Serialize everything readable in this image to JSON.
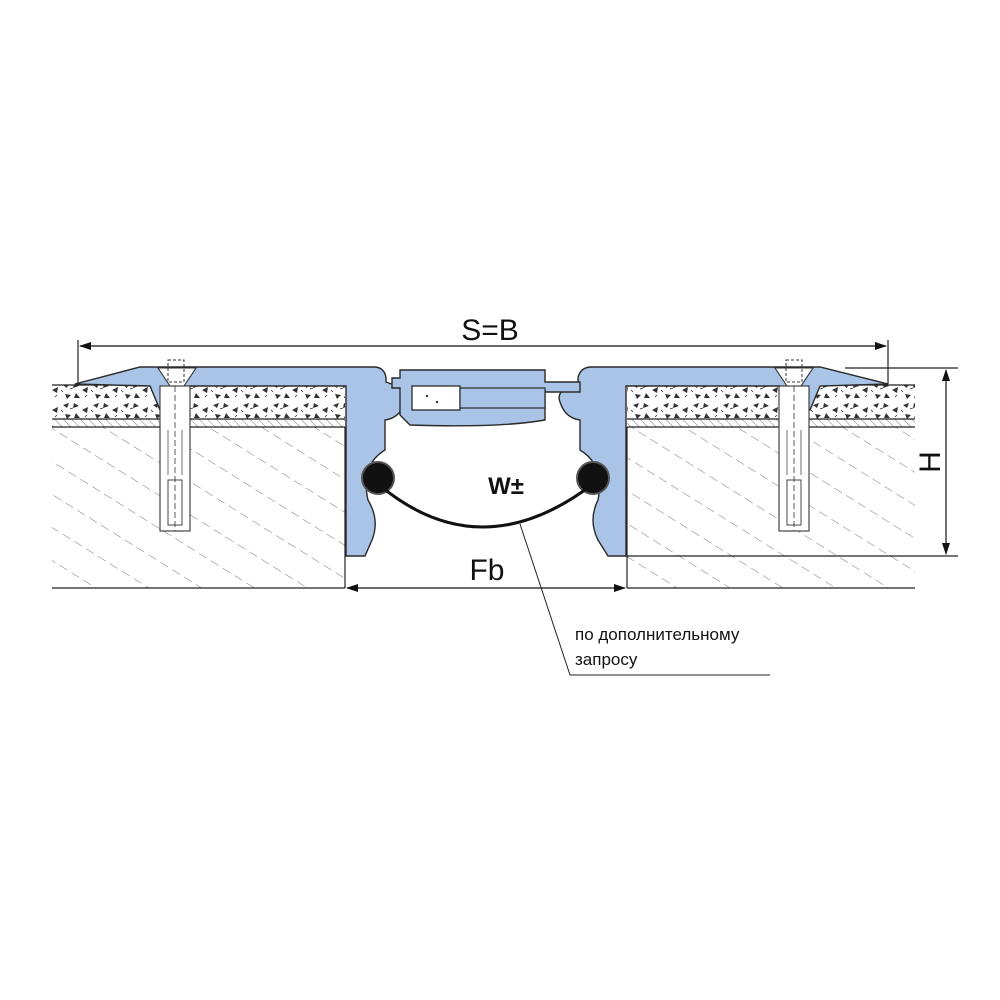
{
  "labels": {
    "overall_width": "S=B",
    "height": "H",
    "gap": "Fb",
    "movement": "W±",
    "note_line1": "по дополнительному",
    "note_line2": "запросу"
  },
  "colors": {
    "profile": "#a9c4e6",
    "line": "#222222",
    "background": "#ffffff"
  }
}
